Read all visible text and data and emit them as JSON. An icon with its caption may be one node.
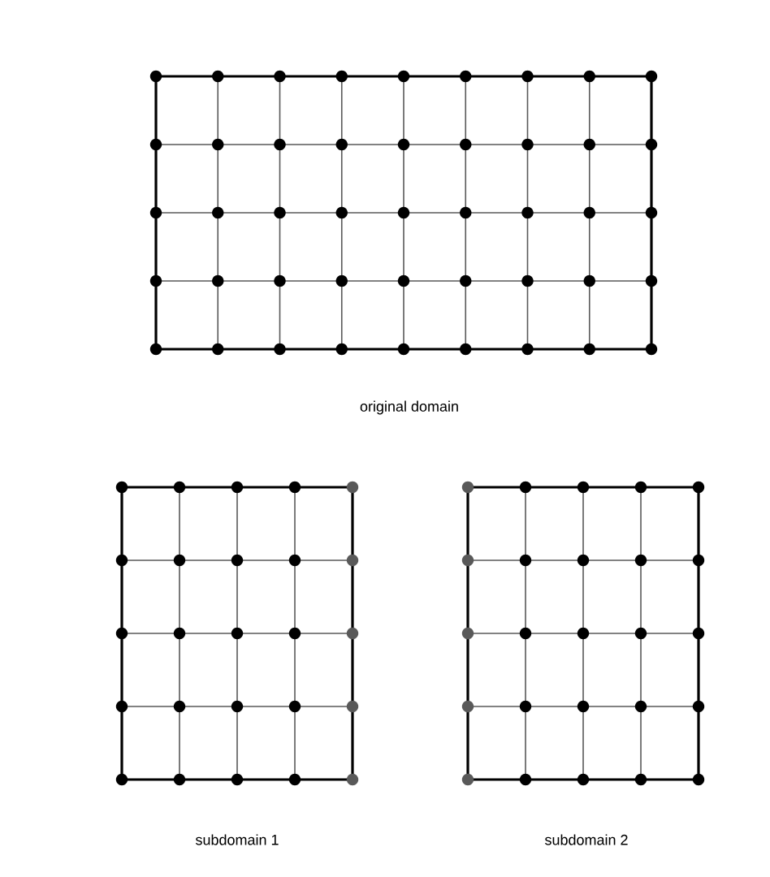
{
  "diagram": {
    "labels": [
      "original domain",
      "subdomain 1",
      "subdomain 2"
    ]
  }
}
